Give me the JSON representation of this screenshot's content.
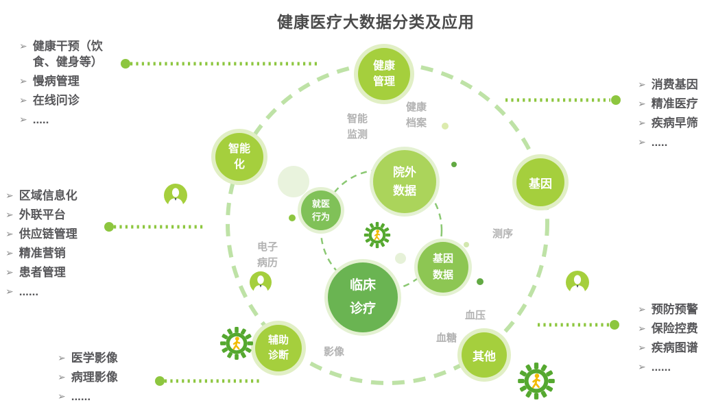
{
  "title": "健康医疗大数据分类及应用",
  "icons": {
    "arrow_bullet": "➢",
    "avatar_icon_name": "person-avatar",
    "gear_icon_name": "gear-walking-person"
  },
  "colors": {
    "node_green": "#a5cf3d",
    "node_ring": "#e1efc5",
    "out_of_hospital_circle": "#abd45b",
    "behavior_circle": "#80c158",
    "clinical_circle": "#6ab452",
    "gene_data_circle": "#8dc653",
    "dashed_outer_ring": "#bee2a6",
    "dashed_inner_ring": "#8bc873",
    "dotted_line": "#8dc63f",
    "gear_green": "#55a82f",
    "person_yellow": "#f2bb00",
    "title_text": "#4a4a4a",
    "list_text": "#57575a",
    "muted_label": "#b2b2b2"
  },
  "lists": {
    "top_left": {
      "items": [
        "健康干预（饮食、健身等）",
        "慢病管理",
        "在线问诊",
        "....."
      ]
    },
    "mid_left": {
      "items": [
        "区域信息化",
        "外联平台",
        "供应链管理",
        "精准营销",
        "患者管理",
        "......"
      ]
    },
    "bottom_left": {
      "items": [
        "医学影像",
        "病理影像",
        "......"
      ]
    },
    "top_right": {
      "items": [
        "消费基因",
        "精准医疗",
        "疾病早筛",
        "....."
      ]
    },
    "bottom_right": {
      "items": [
        "预防预警",
        "保险控费",
        "疾病图谱",
        "......"
      ]
    }
  },
  "nodes": {
    "health_management": {
      "label": "健康管理"
    },
    "intelligence": {
      "label": "智能化"
    },
    "gene": {
      "label": "基因"
    },
    "assisted_diagnosis": {
      "label": "辅助诊断"
    },
    "others": {
      "label": "其他"
    }
  },
  "data_circles": {
    "out_of_hospital": {
      "label": "院外数据"
    },
    "medical_behavior": {
      "label": "就医行为"
    },
    "clinical_treatment": {
      "label": "临床诊疗"
    },
    "gene_data": {
      "label": "基因数据"
    }
  },
  "field_labels": {
    "smart_monitoring": "智能监测",
    "health_records": "健康档案",
    "emr": "电子病历",
    "sequencing": "测序",
    "blood_pressure": "血压",
    "blood_sugar": "血糖",
    "imaging": "影像"
  }
}
